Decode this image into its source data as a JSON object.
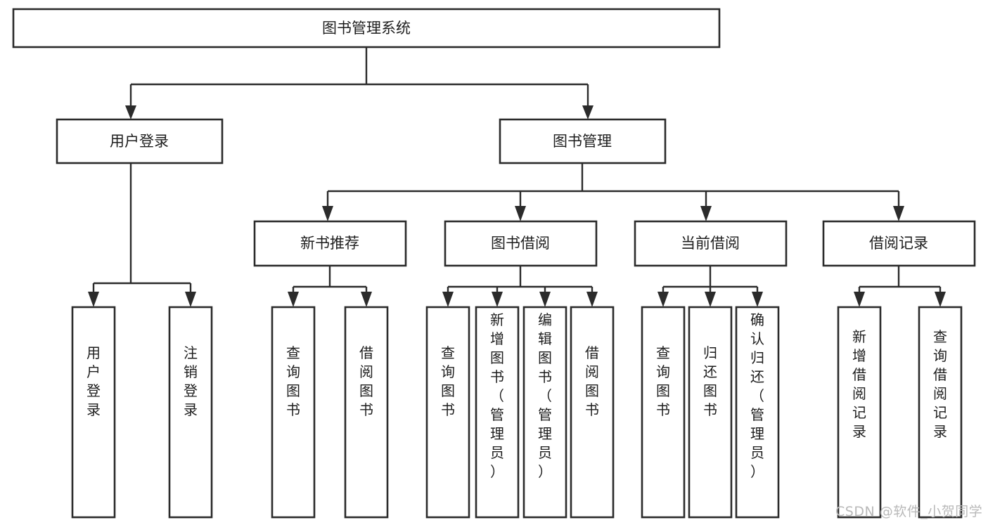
{
  "diagram": {
    "title": "图书管理系统",
    "type": "tree",
    "orientation": "top-down",
    "colors": {
      "box_fill": "#ffffff",
      "box_stroke": "#2b2b2b",
      "text": "#1d1d1d",
      "watermark": "#b9b9b9",
      "background": "#ffffff"
    },
    "root": {
      "id": "root",
      "label": "图书管理系统",
      "orientation": "horizontal"
    },
    "level2": [
      {
        "id": "user-login",
        "label": "用户登录",
        "orientation": "horizontal"
      },
      {
        "id": "book-management",
        "label": "图书管理",
        "orientation": "horizontal"
      }
    ],
    "level3": [
      {
        "id": "new-book-recommend",
        "label": "新书推荐",
        "orientation": "horizontal",
        "parent": "book-management"
      },
      {
        "id": "book-borrow",
        "label": "图书借阅",
        "orientation": "horizontal",
        "parent": "book-management"
      },
      {
        "id": "current-borrow",
        "label": "当前借阅",
        "orientation": "horizontal",
        "parent": "book-management"
      },
      {
        "id": "borrow-record",
        "label": "借阅记录",
        "orientation": "horizontal",
        "parent": "book-management"
      }
    ],
    "leaves": [
      {
        "id": "leaf-user-login",
        "label": "用户登录",
        "orientation": "vertical",
        "parent": "user-login"
      },
      {
        "id": "leaf-logout-login",
        "label": "注销登录",
        "orientation": "vertical",
        "parent": "user-login"
      },
      {
        "id": "leaf-query-book-1",
        "label": "查询图书",
        "orientation": "vertical",
        "parent": "new-book-recommend"
      },
      {
        "id": "leaf-borrow-book-1",
        "label": "借阅图书",
        "orientation": "vertical",
        "parent": "new-book-recommend"
      },
      {
        "id": "leaf-query-book-2",
        "label": "查询图书",
        "orientation": "vertical",
        "parent": "book-borrow"
      },
      {
        "id": "leaf-add-book-admin",
        "label": "新增图书（管理员）",
        "orientation": "vertical",
        "parent": "book-borrow"
      },
      {
        "id": "leaf-edit-book-admin",
        "label": "编辑图书（管理员）",
        "orientation": "vertical",
        "parent": "book-borrow"
      },
      {
        "id": "leaf-borrow-book-2",
        "label": "借阅图书",
        "orientation": "vertical",
        "parent": "book-borrow"
      },
      {
        "id": "leaf-query-book-3",
        "label": "查询图书",
        "orientation": "vertical",
        "parent": "current-borrow"
      },
      {
        "id": "leaf-return-book",
        "label": "归还图书",
        "orientation": "vertical",
        "parent": "current-borrow"
      },
      {
        "id": "leaf-confirm-return-admin",
        "label": "确认归还（管理员）",
        "orientation": "vertical",
        "parent": "current-borrow"
      },
      {
        "id": "leaf-add-borrow-record",
        "label": "新增借阅记录",
        "orientation": "vertical",
        "parent": "borrow-record"
      },
      {
        "id": "leaf-query-borrow-record",
        "label": "查询借阅记录",
        "orientation": "vertical",
        "parent": "borrow-record"
      }
    ]
  },
  "watermark": {
    "text": "CSDN @软件_小贺同学"
  }
}
